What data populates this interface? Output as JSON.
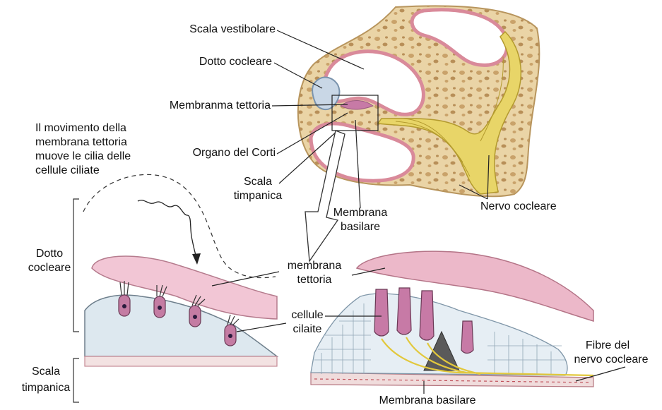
{
  "labels": {
    "scala_vestibolare": "Scala vestibolare",
    "dotto_cocleare": "Dotto cocleare",
    "membrana_tettoria": "Membranma tettoria",
    "caption_l1": "Il movimento della",
    "caption_l2": "membrana tettoria",
    "caption_l3": "muove le cilia delle",
    "caption_l4": "cellule ciliate",
    "organo_corti": "Organo del Corti",
    "scala_timpanica_l1": "Scala",
    "scala_timpanica_l2": "timpanica",
    "membrana_basilare_l1": "Membrana",
    "membrana_basilare_l2": "basilare",
    "nervo_cocleare": "Nervo cocleare",
    "left_dotto_l1": "Dotto",
    "left_dotto_l2": "cocleare",
    "center_tettoria_l1": "membrana",
    "center_tettoria_l2": "tettoria",
    "center_cellule_l1": "cellule",
    "center_cellule_l2": "cilaite",
    "left_scala_l1": "Scala",
    "left_scala_l2": "timpanica",
    "fibre_l1": "Fibre del",
    "fibre_l2": "nervo cocleare",
    "bottom_basilare": "Membrana basilare"
  },
  "colors": {
    "bone": "#ecd9b0",
    "bone_dark": "#c9a86e",
    "duct_pink": "#e6a7b5",
    "membrane_pink": "#e9b3c4",
    "cell_purple": "#c77aa6",
    "nerve_yellow": "#e8d568",
    "fluid_blue": "#dbe6ee"
  }
}
